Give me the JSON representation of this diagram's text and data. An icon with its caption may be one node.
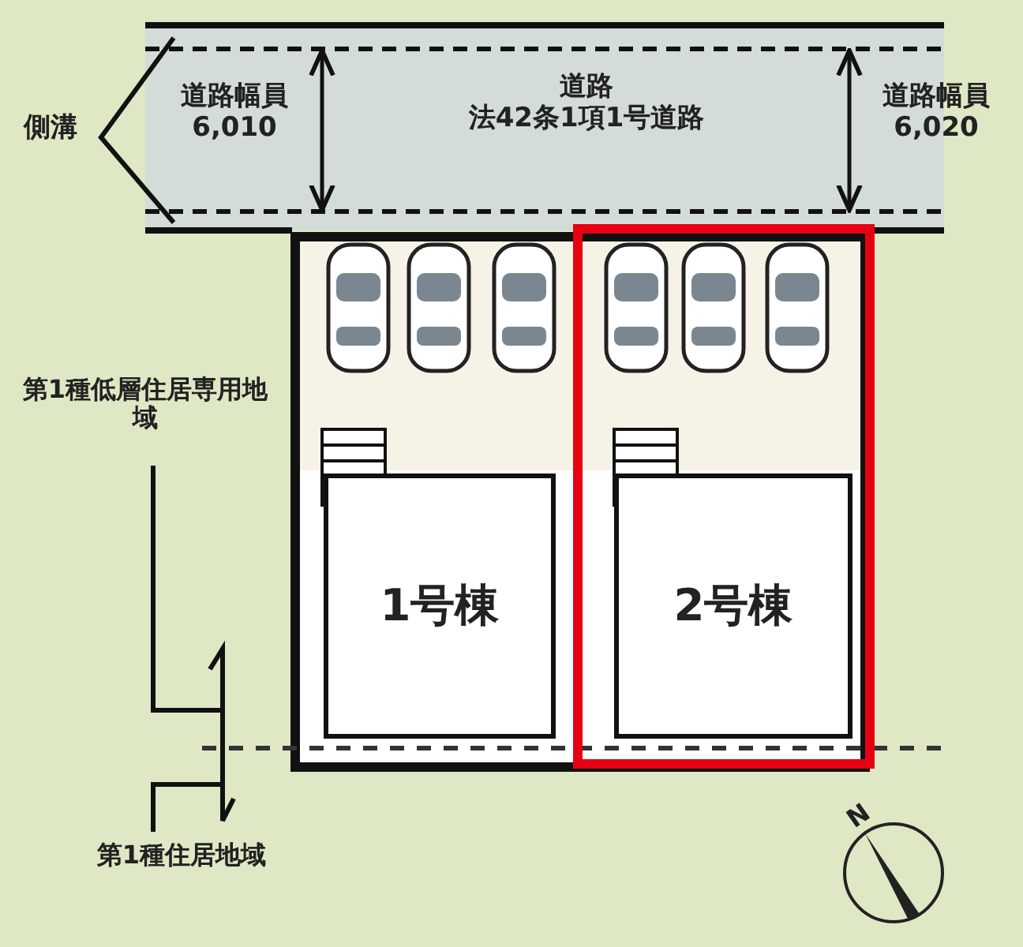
{
  "diagram": {
    "nodes": [
      {
        "text": [
          "道路",
          "法42条1項1号道路"
        ]
      },
      {
        "text": [
          "1号棟"
        ]
      },
      {
        "text": [
          "2号棟"
        ]
      }
    ],
    "labels": [
      "側溝",
      "道路幅員 6,010",
      "道路幅員 6,020",
      "第1種低層住居専用地域",
      "第1種住居地域",
      "N"
    ]
  }
}
